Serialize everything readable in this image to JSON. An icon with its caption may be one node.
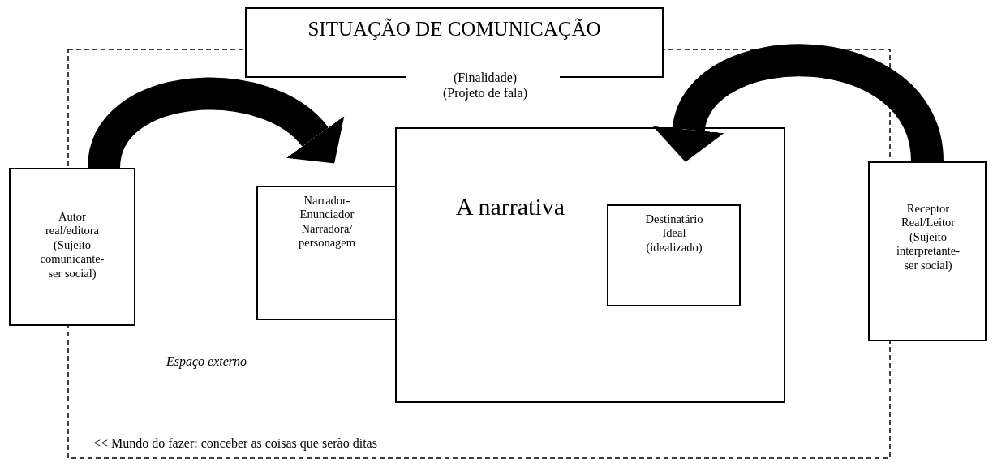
{
  "diagram": {
    "nodes": [
      {
        "text": [
          "SITUAÇÃO DE COMUNICAÇÃO"
        ]
      },
      {
        "text": [
          "Espaço externo",
          "<< Mundo do fazer: conceber as coisas que serão ditas"
        ]
      },
      {
        "text": [
          "Autor real/editora (Sujeito comunicante-ser social)"
        ]
      },
      {
        "text": [
          "Narrador-Enunciador Narradora/ personagem"
        ],
        "in": 1
      },
      {
        "text": [
          "A narrativa"
        ],
        "in": 1
      },
      {
        "text": [
          "Destinatário Ideal (idealizado)"
        ],
        "in": 4
      },
      {
        "text": [
          "Receptor Real/Leitor (Sujeito interpretante-ser social)"
        ]
      }
    ],
    "edges": [
      {
        "from": 2,
        "to": 3,
        "arrow": "to"
      },
      {
        "from": 6,
        "to": 5,
        "arrow": "to"
      }
    ],
    "labels": [
      "(Finalidade) (Projeto de fala)"
    ]
  }
}
